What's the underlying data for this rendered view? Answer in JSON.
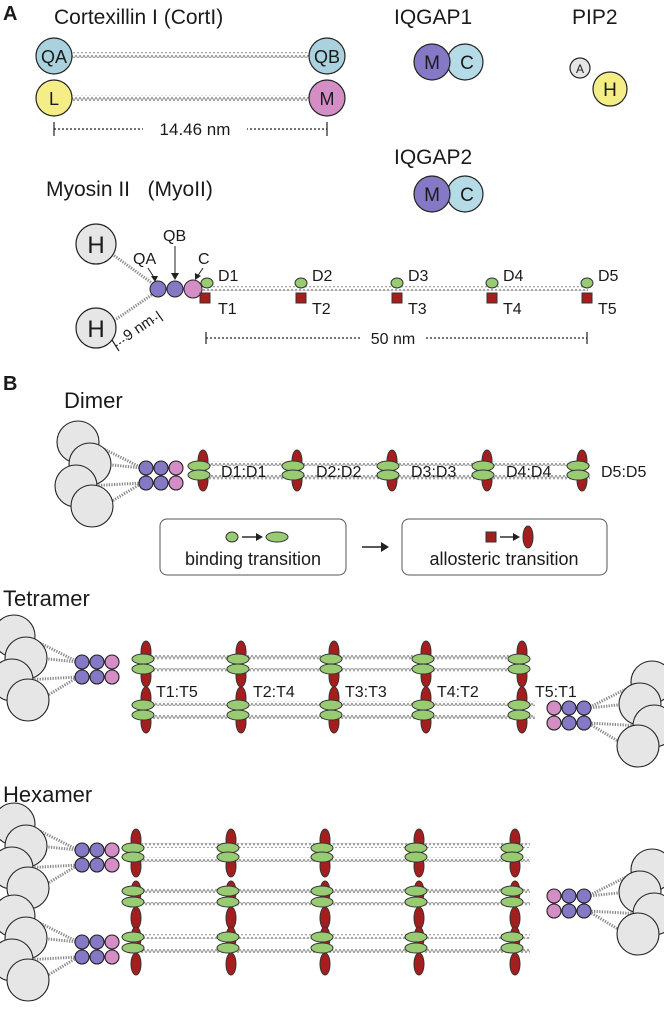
{
  "panels": {
    "a": {
      "letter": "A",
      "cortexillin": {
        "title": "Cortexillin I (CortI)",
        "qa": "QA",
        "qb": "QB",
        "l": "L",
        "m": "M",
        "length": "14.46 nm"
      },
      "iqgap1": {
        "title": "IQGAP1",
        "m": "M",
        "c": "C"
      },
      "iqgap2": {
        "title": "IQGAP2",
        "m": "M",
        "c": "C"
      },
      "pip2": {
        "title": "PIP2",
        "a": "A",
        "h": "H"
      },
      "myosin": {
        "title": "Myosin II   (MyoII)",
        "h": "H",
        "qa": "QA",
        "qb": "QB",
        "c": "C",
        "lever": "9 nm",
        "length": "50 nm",
        "d_sites": [
          "D1",
          "D2",
          "D3",
          "D4",
          "D5"
        ],
        "t_sites": [
          "T1",
          "T2",
          "T3",
          "T4",
          "T5"
        ]
      }
    },
    "b": {
      "letter": "B",
      "dimer": {
        "title": "Dimer",
        "labels": [
          "D1:D1",
          "D2:D2",
          "D3:D3",
          "D4:D4",
          "D5:D5"
        ]
      },
      "legend": {
        "binding": "binding transition",
        "allosteric": "allosteric transition"
      },
      "tetramer": {
        "title": "Tetramer",
        "labels": [
          "T1:T5",
          "T2:T4",
          "T3:T3",
          "T4:T2",
          "T5:T1"
        ]
      },
      "hexamer": {
        "title": "Hexamer"
      }
    }
  },
  "colors": {
    "qa_blue": "#a9d2de",
    "l_yellow": "#f5ee86",
    "m_pink": "#d58ec5",
    "purple": "#8578c4",
    "light_blue": "#b5dbe6",
    "green": "#99cb73",
    "red": "#a51e1e",
    "grey": "#e6e6e6"
  }
}
